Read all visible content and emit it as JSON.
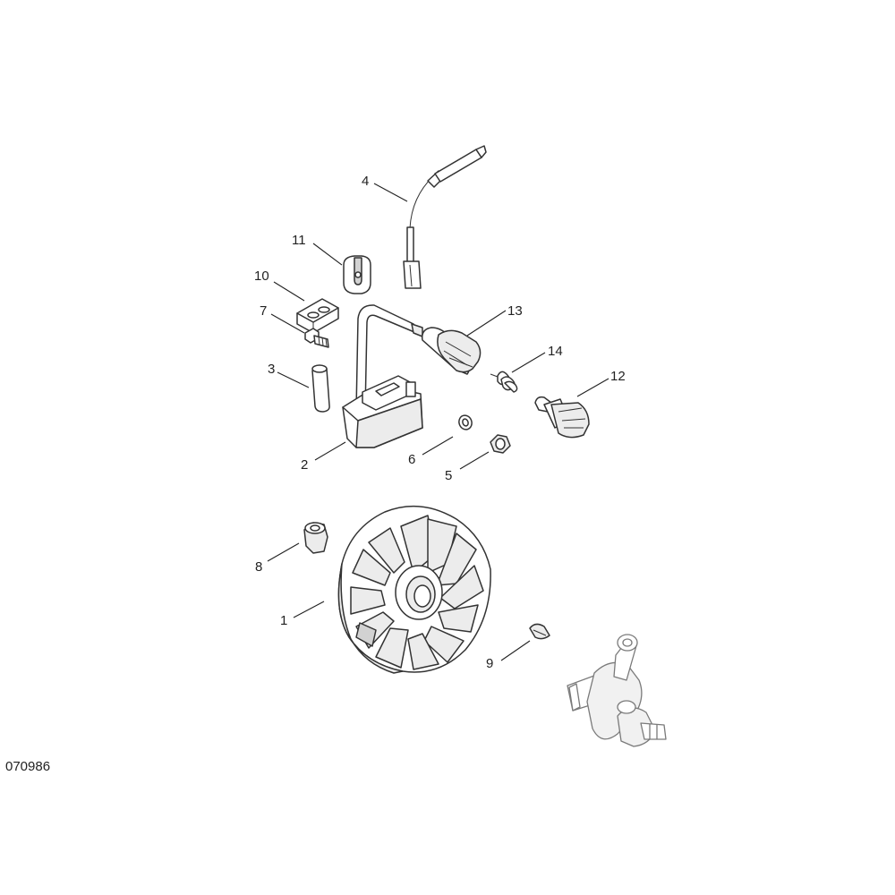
{
  "drawing_id": "070986",
  "callouts": [
    {
      "label": "1"
    },
    {
      "label": "2"
    },
    {
      "label": "3"
    },
    {
      "label": "4"
    },
    {
      "label": "5"
    },
    {
      "label": "6"
    },
    {
      "label": "7"
    },
    {
      "label": "8"
    },
    {
      "label": "9"
    },
    {
      "label": "10"
    },
    {
      "label": "11"
    },
    {
      "label": "12"
    },
    {
      "label": "13"
    },
    {
      "label": "14"
    }
  ]
}
